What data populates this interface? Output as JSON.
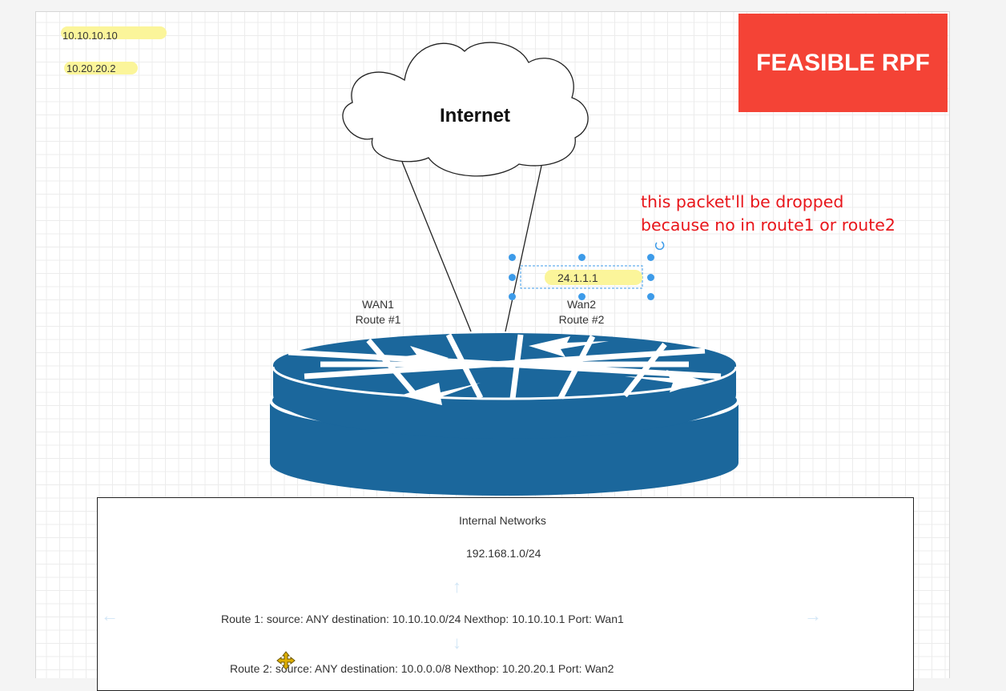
{
  "ip_labels": {
    "ip1": "10.10.10.10",
    "ip2": "10.20.20.2",
    "packet_ip": "24.1.1.1"
  },
  "banner": {
    "text": "FEASIBLE RPF",
    "color": "#f44336"
  },
  "cloud": {
    "label": "Internet"
  },
  "note": {
    "line1": "this packet'll be dropped",
    "line2": "because no in route1 or route2",
    "color": "#e8161b"
  },
  "wan1": {
    "name": "WAN1",
    "route": "Route #1"
  },
  "wan2": {
    "name": "Wan2",
    "route": "Route #2"
  },
  "router": {
    "color": "#1b679c",
    "icon": "router-icon"
  },
  "internal": {
    "title": "Internal Networks",
    "subnet": "192.168.1.0/24",
    "route1": "Route 1: source: ANY  destination: 10.10.10.0/24 Nexthop: 10.10.10.1 Port: Wan1",
    "route2_prefix": "Route 2:",
    "route2_rest": "source: ANY  destination: 10.0.0.0/8 Nexthop: 10.20.20.1 Port: Wan2"
  },
  "highlight_color": "#fbf59a"
}
